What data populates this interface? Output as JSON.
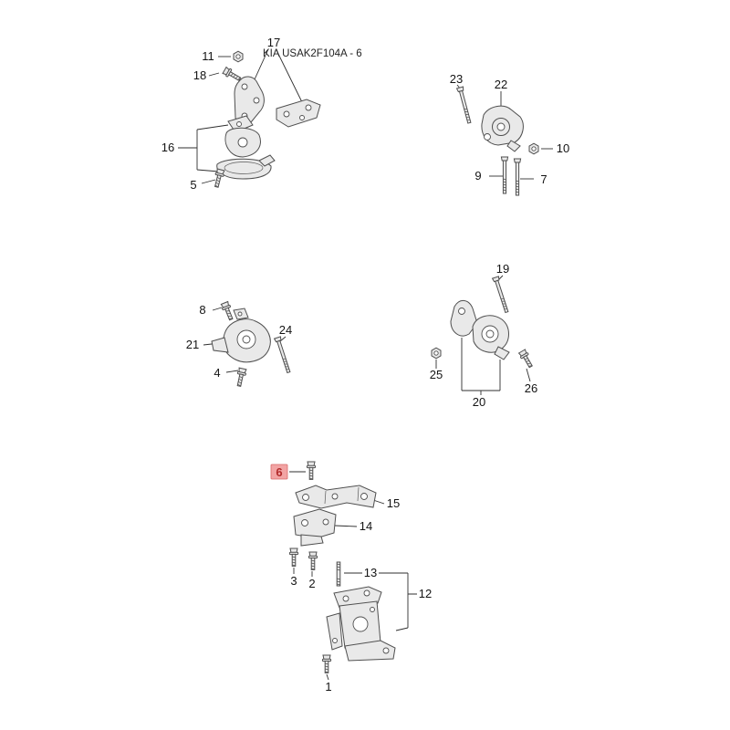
{
  "diagram": {
    "title": "KIA USAK2F104A - 6",
    "highlighted_callout": "6",
    "highlight_bg": "#f2a4a4",
    "highlight_text": "#b22a2a",
    "line_color": "#2f2f2f",
    "part_fill": "#e9e9e9"
  },
  "callouts": {
    "c1": "1",
    "c2": "2",
    "c3": "3",
    "c4": "4",
    "c5": "5",
    "c6": "6",
    "c7": "7",
    "c8": "8",
    "c9": "9",
    "c10": "10",
    "c11": "11",
    "c12": "12",
    "c13": "13",
    "c14": "14",
    "c15": "15",
    "c16": "16",
    "c17": "17",
    "c18": "18",
    "c19": "19",
    "c20": "20",
    "c21": "21",
    "c22": "22",
    "c23": "23",
    "c24": "24",
    "c25": "25",
    "c26": "26"
  }
}
